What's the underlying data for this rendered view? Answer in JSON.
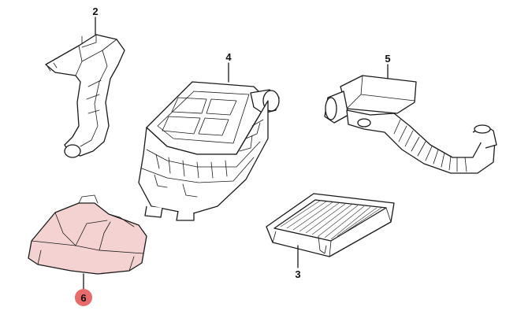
{
  "colors": {
    "highlight_fill": "#f5d2d2",
    "highlight_badge": "#e86a6a",
    "line": "#1a1a1a"
  },
  "callouts": [
    {
      "id": "2",
      "label": "2"
    },
    {
      "id": "4",
      "label": "4"
    },
    {
      "id": "5",
      "label": "5"
    },
    {
      "id": "3",
      "label": "3"
    },
    {
      "id": "6",
      "label": "6",
      "highlighted": true
    }
  ]
}
